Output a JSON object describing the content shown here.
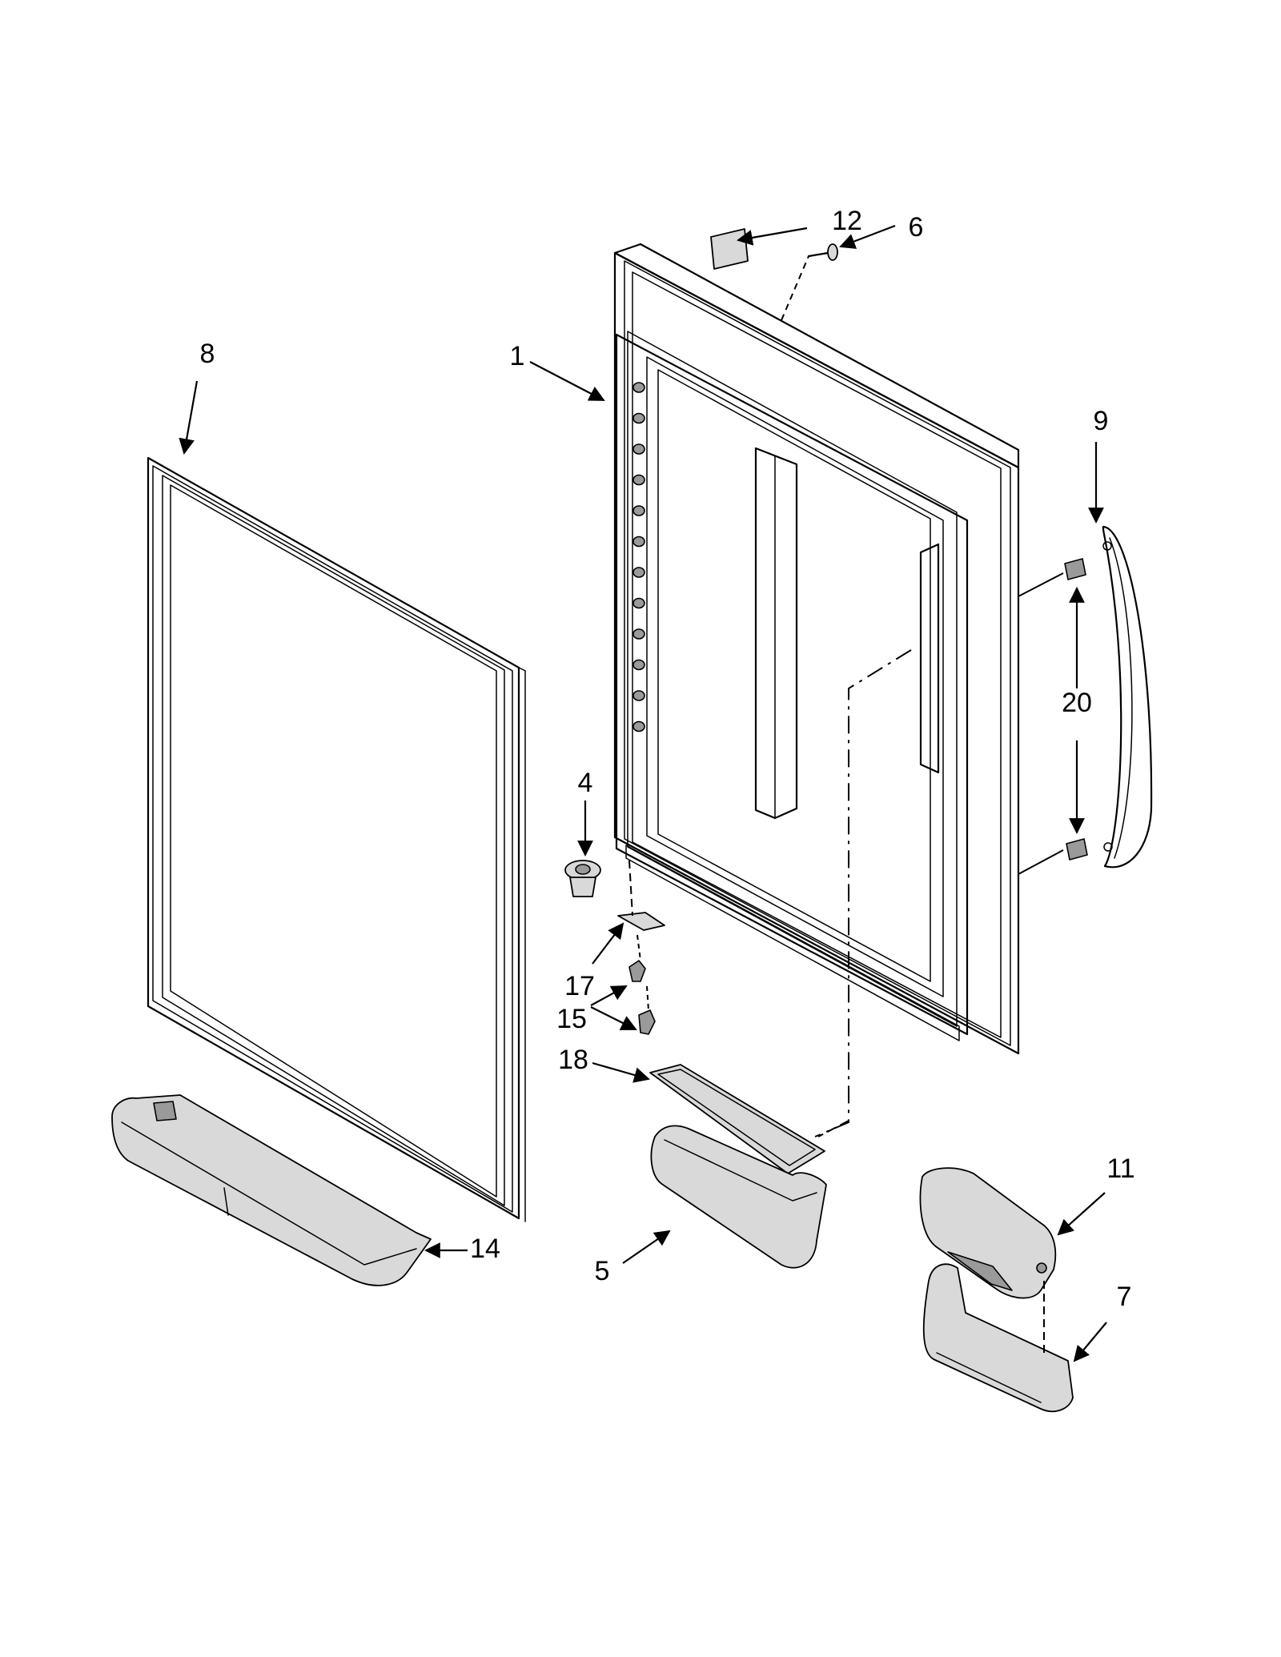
{
  "callouts": {
    "c1": "1",
    "c4": "4",
    "c5": "5",
    "c6": "6",
    "c7": "7",
    "c8": "8",
    "c9": "9",
    "c11": "11",
    "c12": "12",
    "c14": "14",
    "c15": "15",
    "c17": "17",
    "c18": "18",
    "c20": "20"
  },
  "colors": {
    "line": "#000000",
    "shade": "#d9d9d9",
    "shade_dark": "#9a9a9a",
    "background": "#ffffff"
  }
}
